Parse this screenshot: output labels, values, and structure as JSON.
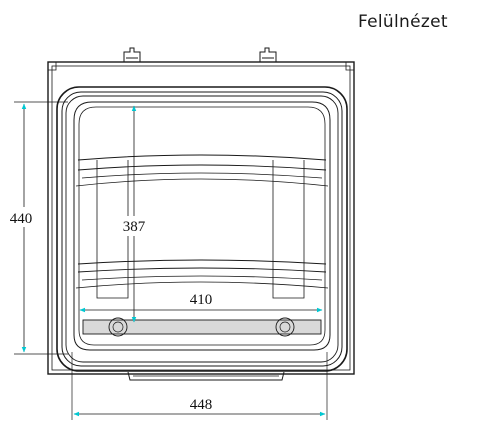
{
  "title": "Felülnézet",
  "dimensions": {
    "height_outer": "440",
    "height_inner": "387",
    "width_inner": "410",
    "width_outer": "448"
  },
  "colors": {
    "dimension_arrow": "#00c8d2",
    "outline": "#1a1a1a",
    "bar_fill": "#d9d9d9"
  }
}
